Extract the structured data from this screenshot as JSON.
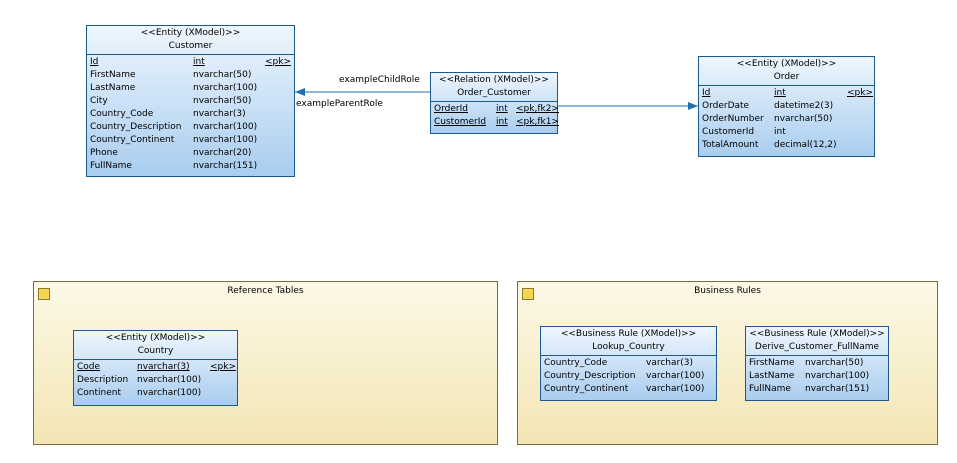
{
  "connector_labels": {
    "child_role": "exampleChildRole",
    "parent_role": "exampleParentRole"
  },
  "packages": {
    "reference": {
      "title": "Reference Tables"
    },
    "business": {
      "title": "Business Rules"
    }
  },
  "customer": {
    "stereotype": "<<Entity (XModel)>>",
    "name": "Customer",
    "fields": [
      {
        "name": "Id",
        "type": "int",
        "key": "<pk>"
      },
      {
        "name": "FirstName",
        "type": "nvarchar(50)",
        "key": ""
      },
      {
        "name": "LastName",
        "type": "nvarchar(100)",
        "key": ""
      },
      {
        "name": "City",
        "type": "nvarchar(50)",
        "key": ""
      },
      {
        "name": "Country_Code",
        "type": "nvarchar(3)",
        "key": ""
      },
      {
        "name": "Country_Description",
        "type": "nvarchar(100)",
        "key": ""
      },
      {
        "name": "Country_Continent",
        "type": "nvarchar(100)",
        "key": ""
      },
      {
        "name": "Phone",
        "type": "nvarchar(20)",
        "key": ""
      },
      {
        "name": "FullName",
        "type": "nvarchar(151)",
        "key": ""
      }
    ]
  },
  "order_customer": {
    "stereotype": "<<Relation (XModel)>>",
    "name": "Order_Customer",
    "fields": [
      {
        "name": "OrderId",
        "type": "int",
        "key": "<pk,fk2>"
      },
      {
        "name": "CustomerId",
        "type": "int",
        "key": "<pk,fk1>"
      }
    ]
  },
  "order": {
    "stereotype": "<<Entity (XModel)>>",
    "name": "Order",
    "fields": [
      {
        "name": "Id",
        "type": "int",
        "key": "<pk>"
      },
      {
        "name": "OrderDate",
        "type": "datetime2(3)",
        "key": ""
      },
      {
        "name": "OrderNumber",
        "type": "nvarchar(50)",
        "key": ""
      },
      {
        "name": "CustomerId",
        "type": "int",
        "key": ""
      },
      {
        "name": "TotalAmount",
        "type": "decimal(12,2)",
        "key": ""
      }
    ]
  },
  "country": {
    "stereotype": "<<Entity (XModel)>>",
    "name": "Country",
    "fields": [
      {
        "name": "Code",
        "type": "nvarchar(3)",
        "key": "<pk>"
      },
      {
        "name": "Description",
        "type": "nvarchar(100)",
        "key": ""
      },
      {
        "name": "Continent",
        "type": "nvarchar(100)",
        "key": ""
      }
    ]
  },
  "lookup_country": {
    "stereotype": "<<Business Rule (XModel)>>",
    "name": "Lookup_Country",
    "fields": [
      {
        "name": "Country_Code",
        "type": "varchar(3)"
      },
      {
        "name": "Country_Description",
        "type": "varchar(100)"
      },
      {
        "name": "Country_Continent",
        "type": "varchar(100)"
      }
    ]
  },
  "derive_fullname": {
    "stereotype": "<<Business Rule (XModel)>>",
    "name": "Derive_Customer_FullName",
    "fields": [
      {
        "name": "FirstName",
        "type": "nvarchar(50)"
      },
      {
        "name": "LastName",
        "type": "nvarchar(100)"
      },
      {
        "name": "FullName",
        "type": "nvarchar(151)"
      }
    ]
  },
  "colors": {
    "entity_border": "#1c5a8a",
    "package_fill": "#f3e6b4",
    "connector": "#1f6fb5"
  }
}
